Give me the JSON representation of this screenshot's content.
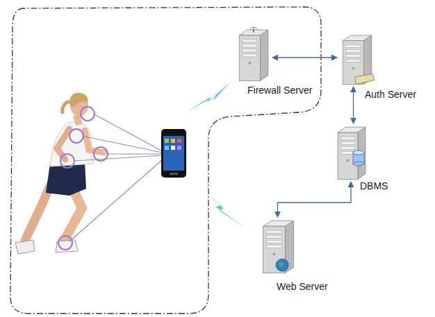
{
  "diagram": {
    "nodes": [
      {
        "text": [
          "Firewall Server"
        ]
      },
      {
        "text": [
          "Auth Server"
        ]
      },
      {
        "text": [
          "DBMS"
        ]
      },
      {
        "text": [
          "Web Server"
        ]
      }
    ],
    "edges": [
      {
        "from": 0,
        "to": 1,
        "arrow": "both"
      },
      {
        "from": 1,
        "to": 2,
        "arrow": "both"
      },
      {
        "from": 2,
        "to": 3,
        "arrow": "both"
      }
    ]
  }
}
